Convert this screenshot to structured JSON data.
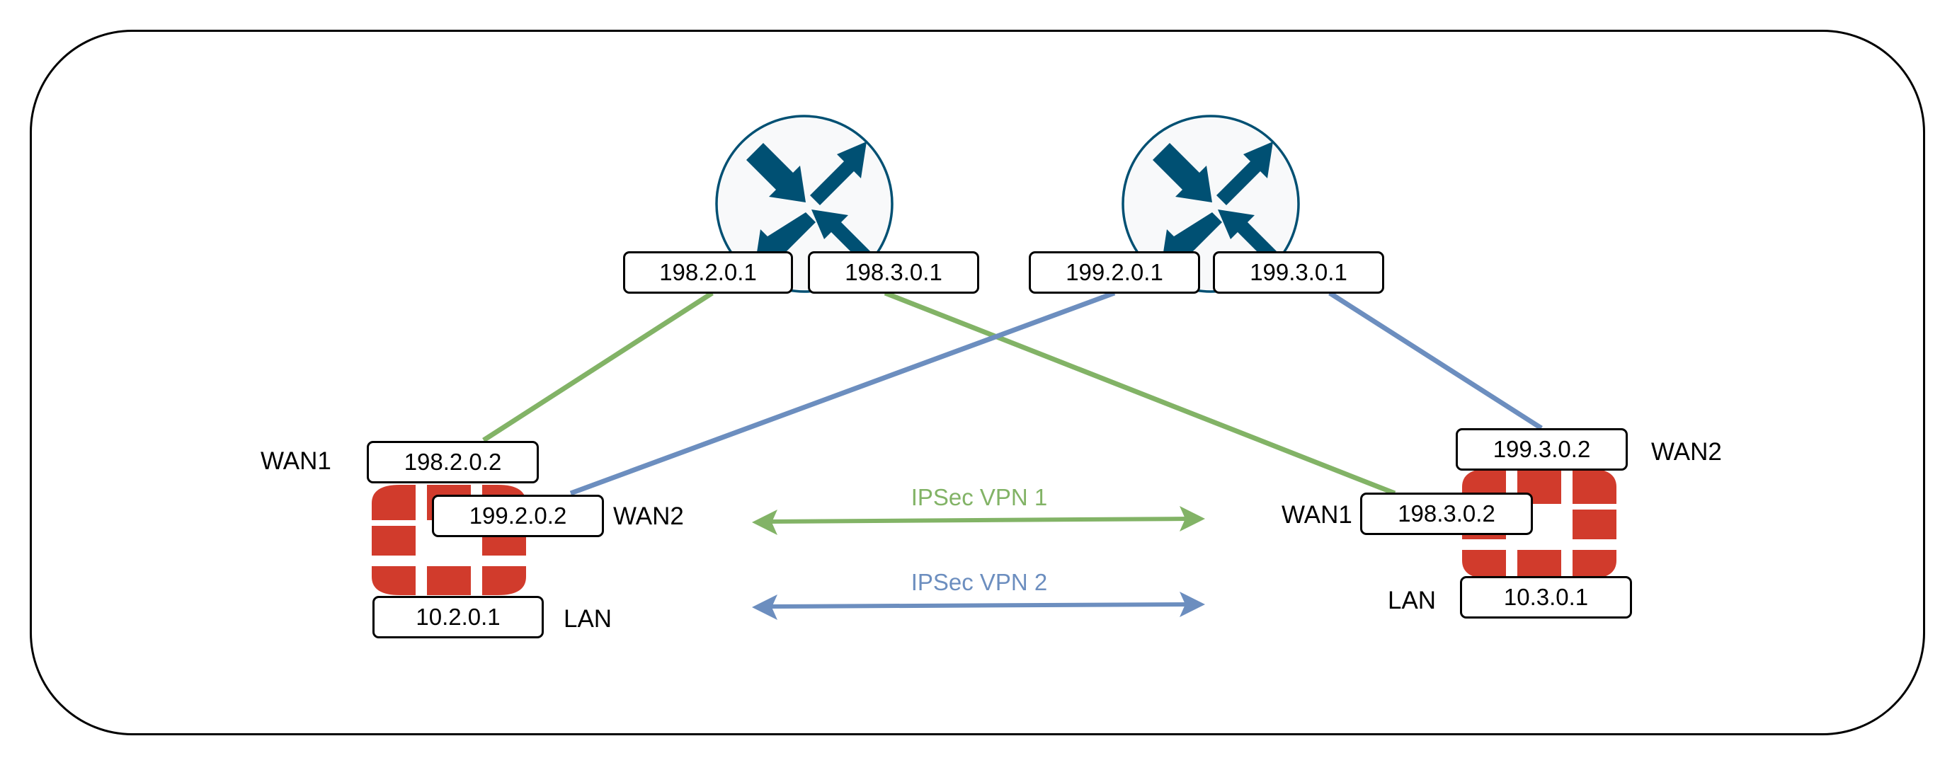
{
  "diagram": {
    "title": "",
    "colors": {
      "vpn1": "#82B366",
      "vpn2": "#6C8EBF",
      "router": "#005073",
      "router_fill": "#F8F9FA",
      "firewall": "#D13B2C",
      "frame": "#000000"
    },
    "routers": [
      {
        "id": "router-a",
        "icon": "router-icon",
        "interfaces": [
          {
            "ip": "198.2.0.1"
          },
          {
            "ip": "198.3.0.1"
          }
        ]
      },
      {
        "id": "router-b",
        "icon": "router-icon",
        "interfaces": [
          {
            "ip": "199.2.0.1"
          },
          {
            "ip": "199.3.0.1"
          }
        ]
      }
    ],
    "firewalls": [
      {
        "id": "fortigate-left",
        "icon": "fortinet-firewall-icon",
        "interfaces": [
          {
            "name": "WAN1",
            "ip": "198.2.0.2"
          },
          {
            "name": "WAN2",
            "ip": "199.2.0.2"
          },
          {
            "name": "LAN",
            "ip": "10.2.0.1"
          }
        ]
      },
      {
        "id": "fortigate-right",
        "icon": "fortinet-firewall-icon",
        "interfaces": [
          {
            "name": "WAN2",
            "ip": "199.3.0.2"
          },
          {
            "name": "WAN1",
            "ip": "198.3.0.2"
          },
          {
            "name": "LAN",
            "ip": "10.3.0.1"
          }
        ]
      }
    ],
    "links": [
      {
        "from": "198.2.0.1",
        "to": "198.2.0.2",
        "color": "vpn1"
      },
      {
        "from": "198.3.0.1",
        "to": "198.3.0.2",
        "color": "vpn1"
      },
      {
        "from": "199.2.0.1",
        "to": "199.2.0.2",
        "color": "vpn2"
      },
      {
        "from": "199.3.0.1",
        "to": "199.3.0.2",
        "color": "vpn2"
      }
    ],
    "tunnels": [
      {
        "label": "IPSec VPN 1",
        "color": "vpn1",
        "direction": "bidirectional"
      },
      {
        "label": "IPSec VPN 2",
        "color": "vpn2",
        "direction": "bidirectional"
      }
    ]
  }
}
